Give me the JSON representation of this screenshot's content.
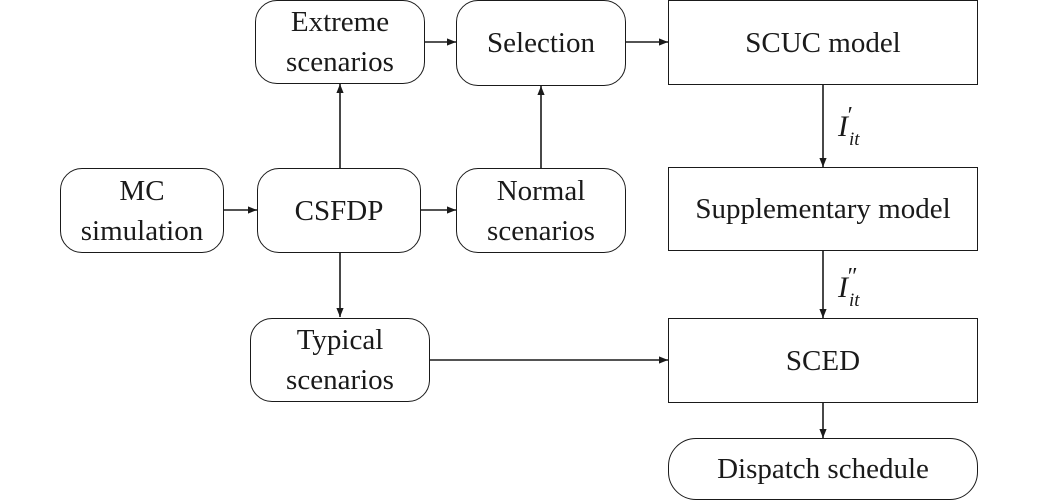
{
  "nodes": {
    "mc_simulation": {
      "line1": "MC",
      "line2": "simulation"
    },
    "csfdp": {
      "label": "CSFDP"
    },
    "extreme_scenarios": {
      "line1": "Extreme",
      "line2": "scenarios"
    },
    "normal_scenarios": {
      "line1": "Normal",
      "line2": "scenarios"
    },
    "typical_scenarios": {
      "line1": "Typical",
      "line2": "scenarios"
    },
    "selection": {
      "label": "Selection"
    },
    "scuc_model": {
      "label": "SCUC model"
    },
    "supplementary_model": {
      "label": "Supplementary model"
    },
    "sced": {
      "label": "SCED"
    },
    "dispatch_schedule": {
      "label": "Dispatch schedule"
    }
  },
  "edge_labels": {
    "scuc_to_supplementary": {
      "base": "I",
      "subscript": "it",
      "prime": "′"
    },
    "supplementary_to_sced": {
      "base": "I",
      "subscript": "it",
      "prime": "″"
    }
  },
  "colors": {
    "stroke": "#1a1a1a",
    "background": "#ffffff"
  }
}
